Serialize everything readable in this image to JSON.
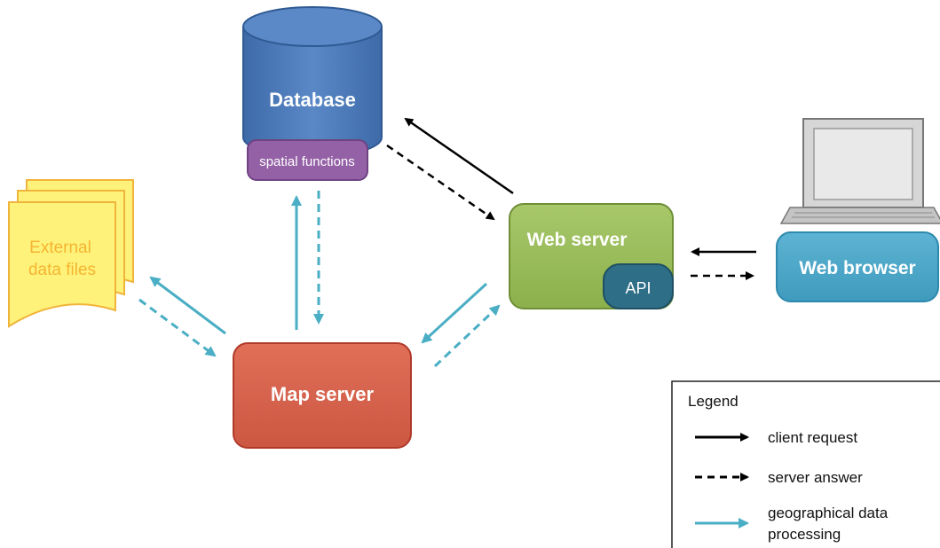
{
  "nodes": {
    "database": {
      "label": "Database",
      "sub_label": "spatial functions"
    },
    "web_server": {
      "label": "Web server",
      "sub_label": "API"
    },
    "web_browser": {
      "label": "Web browser"
    },
    "map_server": {
      "label": "Map server"
    },
    "external_files": {
      "line1": "External",
      "line2": "data files"
    }
  },
  "legend": {
    "title": "Legend",
    "items": [
      {
        "style": "solid",
        "label": "client request"
      },
      {
        "style": "dashed",
        "label": "server answer"
      },
      {
        "style": "blue",
        "label_line1": "geographical data",
        "label_line2": "processing"
      }
    ]
  },
  "colors": {
    "database": "#4a78b8",
    "spatial_functions": "#9461a6",
    "web_server": "#97b956",
    "api": "#2e6e87",
    "web_browser": "#4ea7c9",
    "map_server": "#d9634e",
    "external_files": "#fff27a",
    "data_arrow": "#4aaec4",
    "request_arrow": "#000000"
  }
}
